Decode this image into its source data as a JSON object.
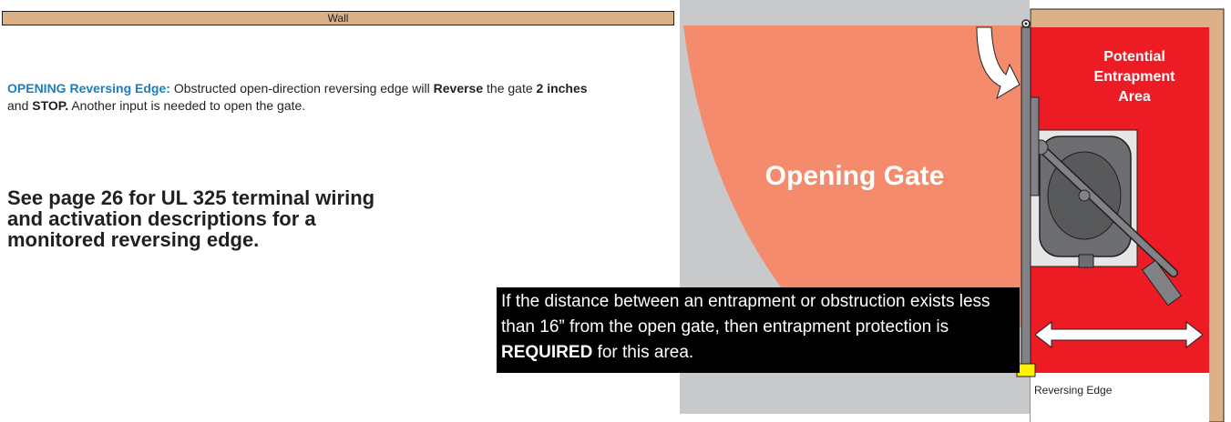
{
  "wall_label": "Wall",
  "description": {
    "lead": "OPENING Reversing Edge:",
    "text1": " Obstructed open-direction reversing edge will ",
    "reverse": "Reverse",
    "text2": " the gate ",
    "distance": "2 inches",
    "text3": " and ",
    "stop": "STOP.",
    "text4": " Another input is needed to open the gate."
  },
  "see_note": "See page 26 for UL 325 terminal wiring and activation descriptions for a monitored reversing edge.",
  "warning": {
    "text1": "If the distance between an entrapment or obstruction exists less than 16” from the open gate, then entrapment protection is ",
    "required": "REQUIRED",
    "text2": " for this area."
  },
  "diagram": {
    "opening_gate_label": "Opening Gate",
    "entrapment_line1": "Potential",
    "entrapment_line2": "Entrapment",
    "entrapment_line3": "Area",
    "reversing_edge_label": "Reversing Edge",
    "colors": {
      "wall": "#ddb187",
      "swing_area": "#f48b6c",
      "entrapment_area": "#ed1c24",
      "background_area": "#c8c9cb",
      "reversing_edge": "#fff200",
      "operator": "#6d6e71"
    }
  }
}
